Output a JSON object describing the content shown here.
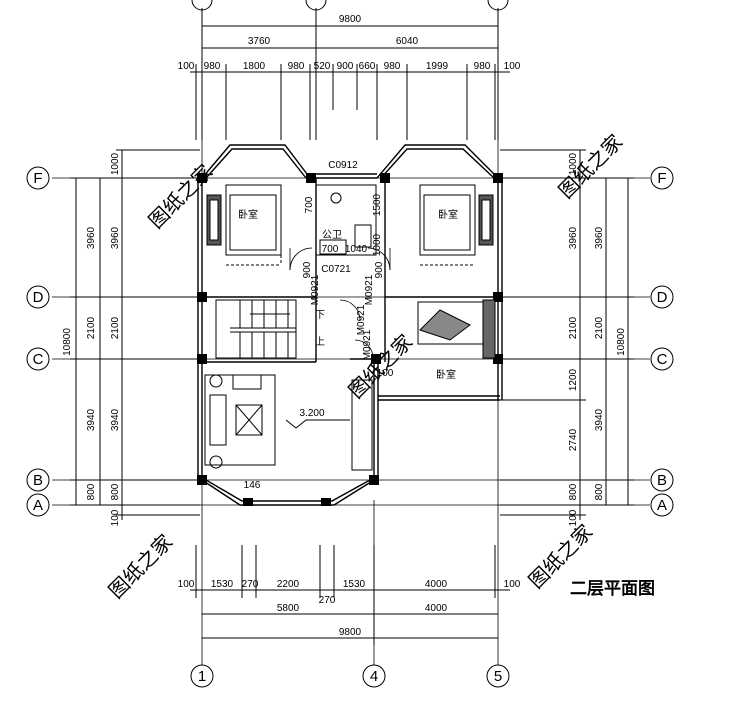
{
  "title": "二层平面图",
  "watermark": "图纸之家",
  "elevation": "3.200",
  "top_dims": {
    "total": "9800",
    "parts": [
      "3760",
      "6040"
    ],
    "details": [
      "100",
      "980",
      "1800",
      "980",
      "520",
      "900",
      "660",
      "980",
      "1999",
      "980",
      "100"
    ]
  },
  "bottom_dims": {
    "details": [
      "100",
      "1530",
      "270",
      "2200",
      "1530",
      "4000",
      "100"
    ],
    "gap": "270",
    "parts": [
      "5800",
      "4000"
    ],
    "total": "9800"
  },
  "left_dims": {
    "total": "10800",
    "outer": [
      "3960",
      "2100",
      "3940",
      "800"
    ],
    "inner": [
      "1000",
      "3960",
      "2100",
      "3940",
      "800",
      "100"
    ]
  },
  "right_dims": {
    "total": "10800",
    "outer": [
      "3960",
      "2100",
      "3940",
      "800"
    ],
    "inner": [
      "1000",
      "3960",
      "2100",
      "1200",
      "2740",
      "800",
      "100"
    ]
  },
  "axes": {
    "rows": [
      "F",
      "D",
      "C",
      "B",
      "A"
    ],
    "cols": [
      "1",
      "4",
      "5"
    ]
  },
  "rooms": {
    "bedroom": "卧室",
    "bath": "公卫"
  },
  "labels": {
    "window_top": "C0912",
    "window_bath": "C0721",
    "stair_down": "下",
    "stair_up": "上",
    "m0921_a": "M0921",
    "m0921_b": "M0921",
    "m0921_c": "M0921",
    "m0921_d": "M0921",
    "num_700_a": "700",
    "num_700_b": "700",
    "num_1040": "1040",
    "num_900_a": "900",
    "num_900_b": "900",
    "num_1500": "1500",
    "num_1000": "1000",
    "num_146": "146",
    "num_100_c": "100"
  },
  "colors": {
    "line": "#000000",
    "watermark": "#cfcfcf",
    "hatch": "#555555"
  }
}
